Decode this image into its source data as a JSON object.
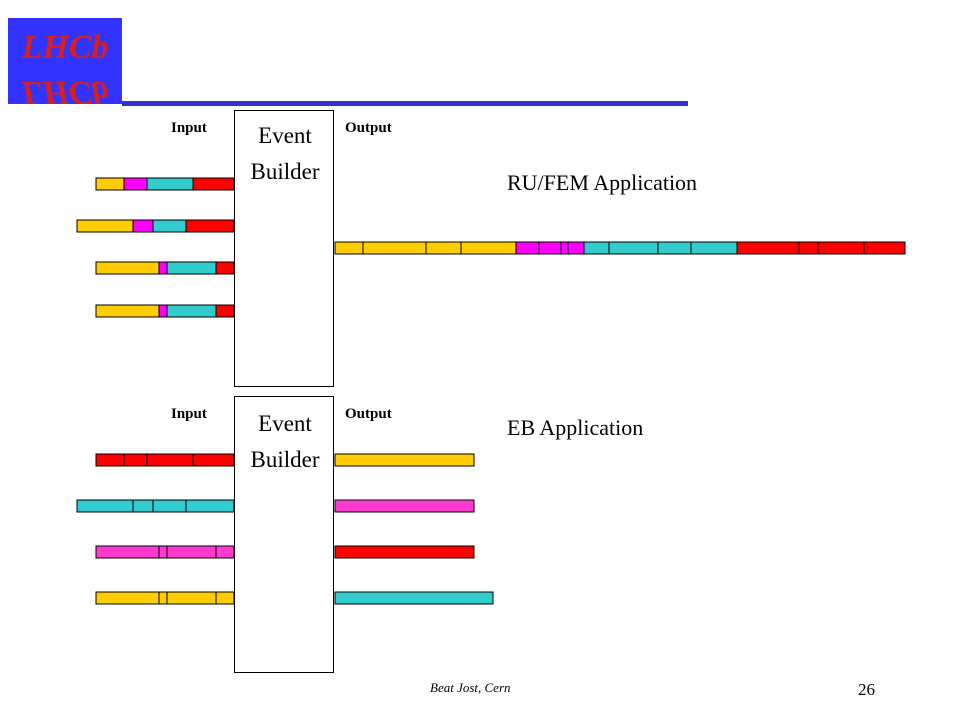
{
  "logo": {
    "text": "LHCb",
    "colors": {
      "background": "#3333FF",
      "ink": "#D81E1E"
    }
  },
  "colors": {
    "yellow": "#FFCC00",
    "magenta": "#FF00FF",
    "pink": "#FF3BCE",
    "cyan": "#33CCCC",
    "red": "#FF0000",
    "rule": "#3333CC"
  },
  "panel_top": {
    "box_label_line1": "Event",
    "box_label_line2": "Builder",
    "input_label": "Input",
    "output_label": "Output",
    "application_label": "RU/FEM Application"
  },
  "panel_bottom": {
    "box_label_line1": "Event",
    "box_label_line2": "Builder",
    "input_label": "Input",
    "output_label": "Output",
    "application_label": "EB Application"
  },
  "footer": {
    "author": "Beat Jost, Cern",
    "page_number": "26"
  }
}
